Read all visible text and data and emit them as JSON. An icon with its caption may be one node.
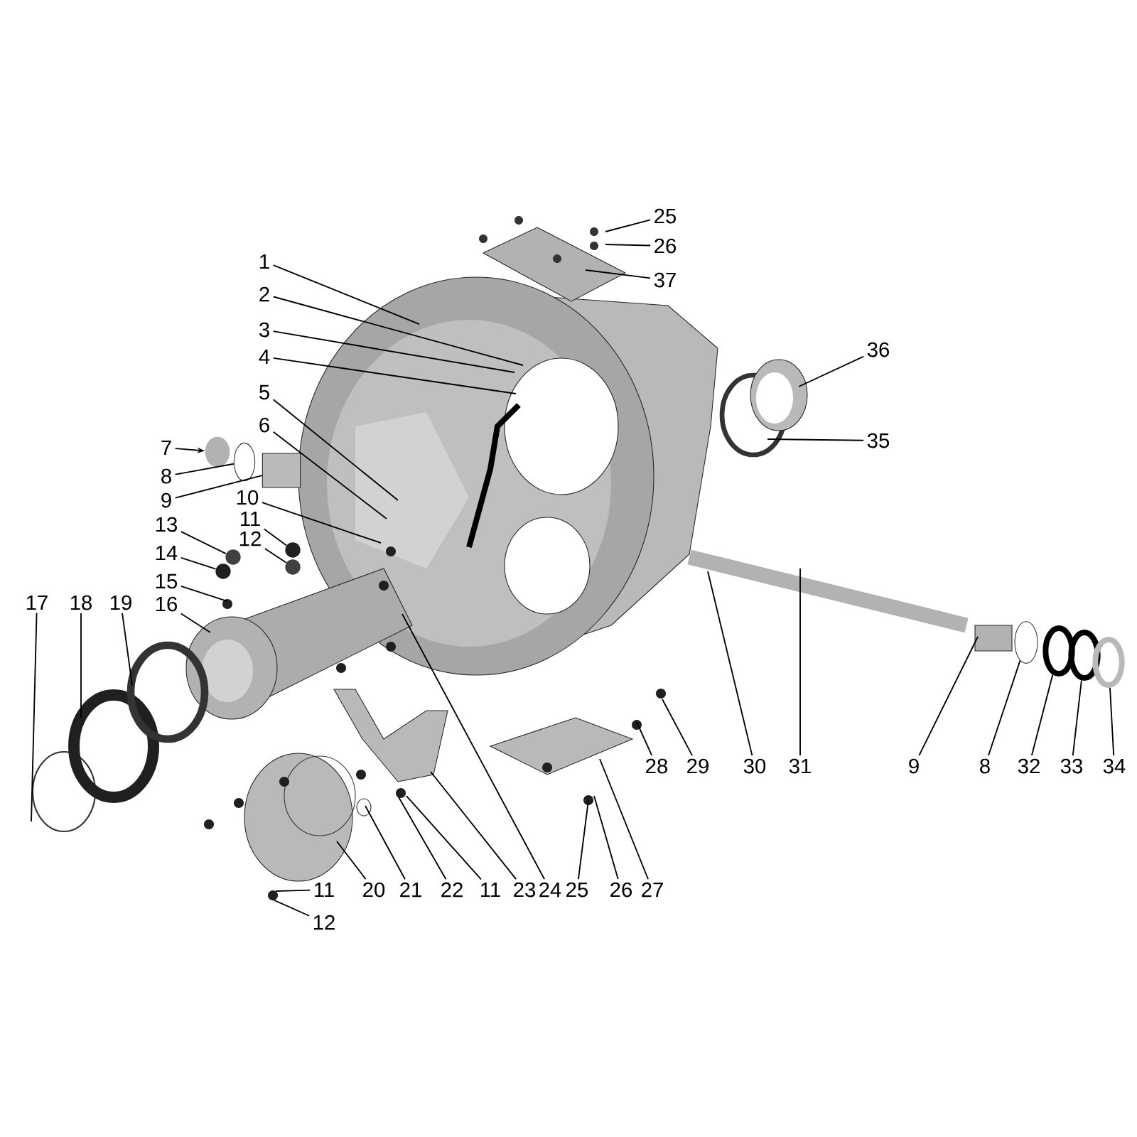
{
  "diagram": {
    "nodes": [
      {
        "text": [
          "25"
        ]
      },
      {
        "text": [
          "26"
        ]
      },
      {
        "text": [
          "37"
        ]
      },
      {
        "text": [
          "1"
        ]
      },
      {
        "text": [
          "2"
        ]
      },
      {
        "text": [
          "3"
        ]
      },
      {
        "text": [
          "4"
        ]
      },
      {
        "text": [
          "36"
        ]
      },
      {
        "text": [
          "5"
        ]
      },
      {
        "text": [
          "6"
        ]
      },
      {
        "text": [
          "35"
        ]
      },
      {
        "text": [
          "7"
        ]
      },
      {
        "text": [
          "8"
        ]
      },
      {
        "text": [
          "9"
        ]
      },
      {
        "text": [
          "10"
        ]
      },
      {
        "text": [
          "11"
        ]
      },
      {
        "text": [
          "12"
        ]
      },
      {
        "text": [
          "13"
        ]
      },
      {
        "text": [
          "14"
        ]
      },
      {
        "text": [
          "15"
        ]
      },
      {
        "text": [
          "16"
        ]
      },
      {
        "text": [
          "17"
        ]
      },
      {
        "text": [
          "18"
        ]
      },
      {
        "text": [
          "19"
        ]
      },
      {
        "text": [
          "30"
        ]
      },
      {
        "text": [
          "31"
        ]
      },
      {
        "text": [
          "9"
        ]
      },
      {
        "text": [
          "8"
        ]
      },
      {
        "text": [
          "32"
        ]
      },
      {
        "text": [
          "33"
        ]
      },
      {
        "text": [
          "34"
        ]
      },
      {
        "text": [
          "28"
        ]
      },
      {
        "text": [
          "29"
        ]
      },
      {
        "text": [
          "20"
        ]
      },
      {
        "text": [
          "21"
        ]
      },
      {
        "text": [
          "22"
        ]
      },
      {
        "text": [
          "11"
        ]
      },
      {
        "text": [
          "23"
        ]
      },
      {
        "text": [
          "24"
        ]
      },
      {
        "text": [
          "25"
        ]
      },
      {
        "text": [
          "26"
        ]
      },
      {
        "text": [
          "27"
        ]
      },
      {
        "text": [
          "11"
        ]
      },
      {
        "text": [
          "12"
        ]
      },
      {
        "text": [],
        "shape": "circle"
      },
      {
        "text": [],
        "shape": "circle"
      },
      {
        "text": [],
        "shape": "circle"
      },
      {
        "text": [],
        "shape": "circle"
      },
      {
        "text": [],
        "shape": "cylinder"
      },
      {
        "text": [],
        "shape": "circle"
      },
      {
        "text": [],
        "shape": "circle"
      },
      {
        "text": [],
        "shape": "circle"
      },
      {
        "text": [],
        "shape": "circle"
      },
      {
        "text": [],
        "shape": "circle"
      },
      {
        "text": [],
        "shape": "circle"
      }
    ],
    "edges": [
      {
        "from": 0,
        "to": null,
        "arrow": "none"
      },
      {
        "from": 1,
        "to": null,
        "arrow": "none"
      },
      {
        "from": 2,
        "to": null,
        "arrow": "none"
      },
      {
        "from": 3,
        "to": null,
        "arrow": "none"
      },
      {
        "from": 4,
        "to": null,
        "arrow": "none"
      },
      {
        "from": 5,
        "to": null,
        "arrow": "none"
      },
      {
        "from": 6,
        "to": null,
        "arrow": "none"
      },
      {
        "from": 7,
        "to": null,
        "arrow": "none"
      },
      {
        "from": 8,
        "to": null,
        "arrow": "none"
      },
      {
        "from": 9,
        "to": null,
        "arrow": "none"
      },
      {
        "from": 10,
        "to": null,
        "arrow": "none"
      },
      {
        "from": 11,
        "to": 46,
        "arrow": "to"
      },
      {
        "from": 12,
        "to": 47,
        "arrow": "none"
      },
      {
        "from": 13,
        "to": 48,
        "arrow": "none"
      },
      {
        "from": 14,
        "to": null,
        "arrow": "none"
      },
      {
        "from": 15,
        "to": 49,
        "arrow": "none"
      },
      {
        "from": 16,
        "to": 50,
        "arrow": "none"
      },
      {
        "from": 17,
        "to": 51,
        "arrow": "none"
      },
      {
        "from": 18,
        "to": 52,
        "arrow": "none"
      },
      {
        "from": 19,
        "to": null,
        "arrow": "none"
      },
      {
        "from": 20,
        "to": null,
        "arrow": "none"
      },
      {
        "from": 21,
        "to": null,
        "arrow": "none"
      },
      {
        "from": 22,
        "to": null,
        "arrow": "none"
      },
      {
        "from": 23,
        "to": null,
        "arrow": "none"
      },
      {
        "from": 24,
        "to": null,
        "arrow": "none"
      },
      {
        "from": 25,
        "to": null,
        "arrow": "none"
      },
      {
        "from": 26,
        "to": null,
        "arrow": "none"
      },
      {
        "from": 27,
        "to": 53,
        "arrow": "none"
      },
      {
        "from": 28,
        "to": 44,
        "arrow": "none"
      },
      {
        "from": 29,
        "to": 45,
        "arrow": "none"
      },
      {
        "from": 30,
        "to": 54,
        "arrow": "none"
      },
      {
        "from": 31,
        "to": null,
        "arrow": "none"
      },
      {
        "from": 32,
        "to": null,
        "arrow": "none"
      },
      {
        "from": 33,
        "to": null,
        "arrow": "none"
      },
      {
        "from": 34,
        "to": null,
        "arrow": "none"
      },
      {
        "from": 35,
        "to": null,
        "arrow": "none"
      },
      {
        "from": 36,
        "to": null,
        "arrow": "none"
      },
      {
        "from": 37,
        "to": null,
        "arrow": "none"
      },
      {
        "from": 38,
        "to": null,
        "arrow": "none"
      },
      {
        "from": 39,
        "to": null,
        "arrow": "none"
      },
      {
        "from": 40,
        "to": null,
        "arrow": "none"
      },
      {
        "from": 41,
        "to": null,
        "arrow": "none"
      },
      {
        "from": 42,
        "to": null,
        "arrow": "none"
      },
      {
        "from": 43,
        "to": null,
        "arrow": "none"
      }
    ]
  }
}
